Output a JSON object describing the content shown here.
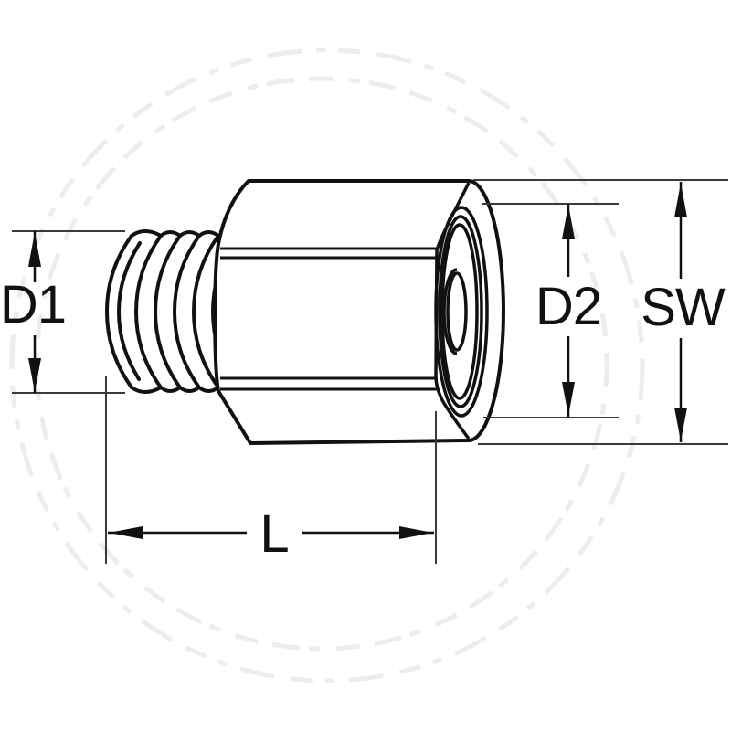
{
  "diagram": {
    "kind": "technical-drawing",
    "labels": {
      "d1": "D1",
      "d2": "D2",
      "sw": "SW",
      "l": "L"
    },
    "colors": {
      "line": "#111111",
      "extension_line": "#3a3a3a",
      "watermark": "#ededed",
      "background": "#ffffff"
    }
  }
}
